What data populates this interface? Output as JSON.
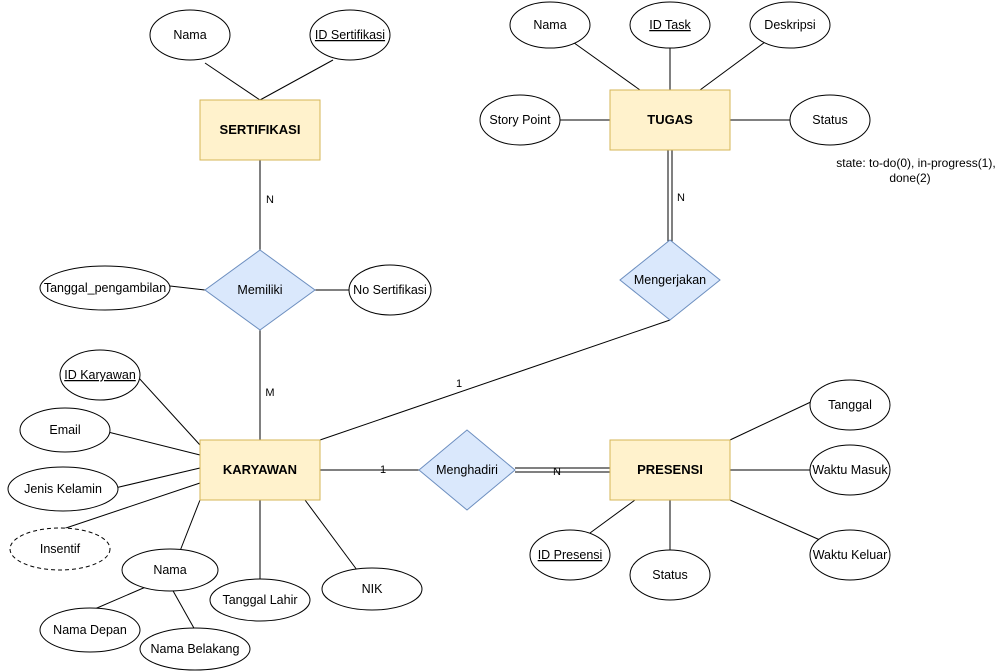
{
  "entities": {
    "sertifikasi": "SERTIFIKASI",
    "tugas": "TUGAS",
    "karyawan": "KARYAWAN",
    "presensi": "PRESENSI"
  },
  "relationships": {
    "memiliki": "Memiliki",
    "mengerjakan": "Mengerjakan",
    "menghadiri": "Menghadiri"
  },
  "attributes": {
    "sertifikasi_nama": "Nama",
    "sertifikasi_id": "ID Sertifikasi",
    "tugas_nama": "Nama",
    "tugas_id": "ID Task",
    "tugas_deskripsi": "Deskripsi",
    "tugas_story_point": "Story Point",
    "tugas_status": "Status",
    "memiliki_tanggal": "Tanggal_pengambilan",
    "memiliki_no": "No Sertifikasi",
    "karyawan_id": "ID Karyawan",
    "karyawan_email": "Email",
    "karyawan_jenis_kelamin": "Jenis Kelamin",
    "karyawan_insentif": "Insentif",
    "karyawan_nama": "Nama",
    "karyawan_nama_depan": "Nama Depan",
    "karyawan_nama_belakang": "Nama Belakang",
    "karyawan_tanggal_lahir": "Tanggal Lahir",
    "karyawan_nik": "NIK",
    "presensi_tanggal": "Tanggal",
    "presensi_waktu_masuk": "Waktu Masuk",
    "presensi_waktu_keluar": "Waktu Keluar",
    "presensi_id": "ID Presensi",
    "presensi_status": "Status"
  },
  "cardinalities": {
    "sertifikasi_memiliki": "N",
    "karyawan_memiliki": "M",
    "tugas_mengerjakan": "N",
    "karyawan_mengerjakan": "1",
    "karyawan_menghadiri": "1",
    "presensi_menghadiri": "N"
  },
  "notes": {
    "state_line1": "state: to-do(0), in-progress(1),",
    "state_line2": "done(2)"
  },
  "colors": {
    "entity_fill": "#fff2cc",
    "entity_stroke": "#d6b656",
    "relationship_fill": "#dae8fc",
    "relationship_stroke": "#6c8ebf"
  }
}
